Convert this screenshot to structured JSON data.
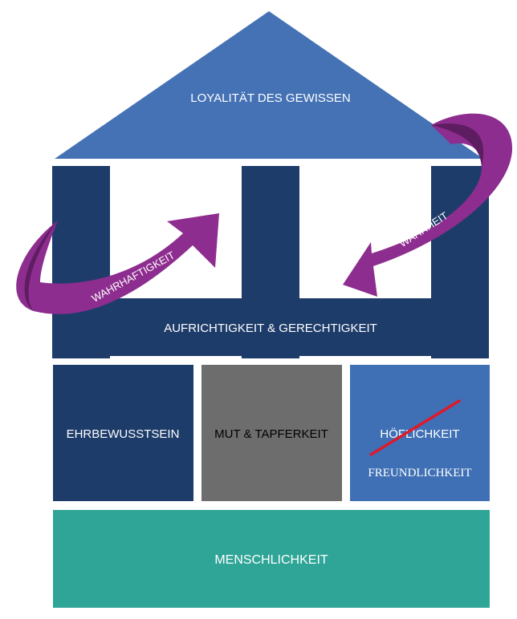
{
  "colors": {
    "roof": "#4472b5",
    "dark_navy": "#1e3c6a",
    "grey": "#6d6d6d",
    "light_blue": "#3f70b5",
    "teal": "#2fa597",
    "arrow_purple": "#8d2d8f",
    "strike_red": "#e0192a",
    "white": "#ffffff",
    "black": "#000000"
  },
  "roof": {
    "label": "LOYALITÄT DES GEWISSEN"
  },
  "beam": {
    "label": "AUFRICHTIGKEIT & GERECHTIGKEIT"
  },
  "arrows": {
    "left_label": "WAHRHAFTIGKEIT",
    "right_label": "WAHRHEIT"
  },
  "pillars": [
    {
      "label": "EHRBEWUSSTSEIN"
    },
    {
      "label": "MUT & TAPFERKEIT"
    },
    {
      "label": "HÖFLICHKEIT",
      "replacement": "FREUNDLICHKEIT"
    }
  ],
  "foundation": {
    "label": "MENSCHLICHKEIT"
  }
}
